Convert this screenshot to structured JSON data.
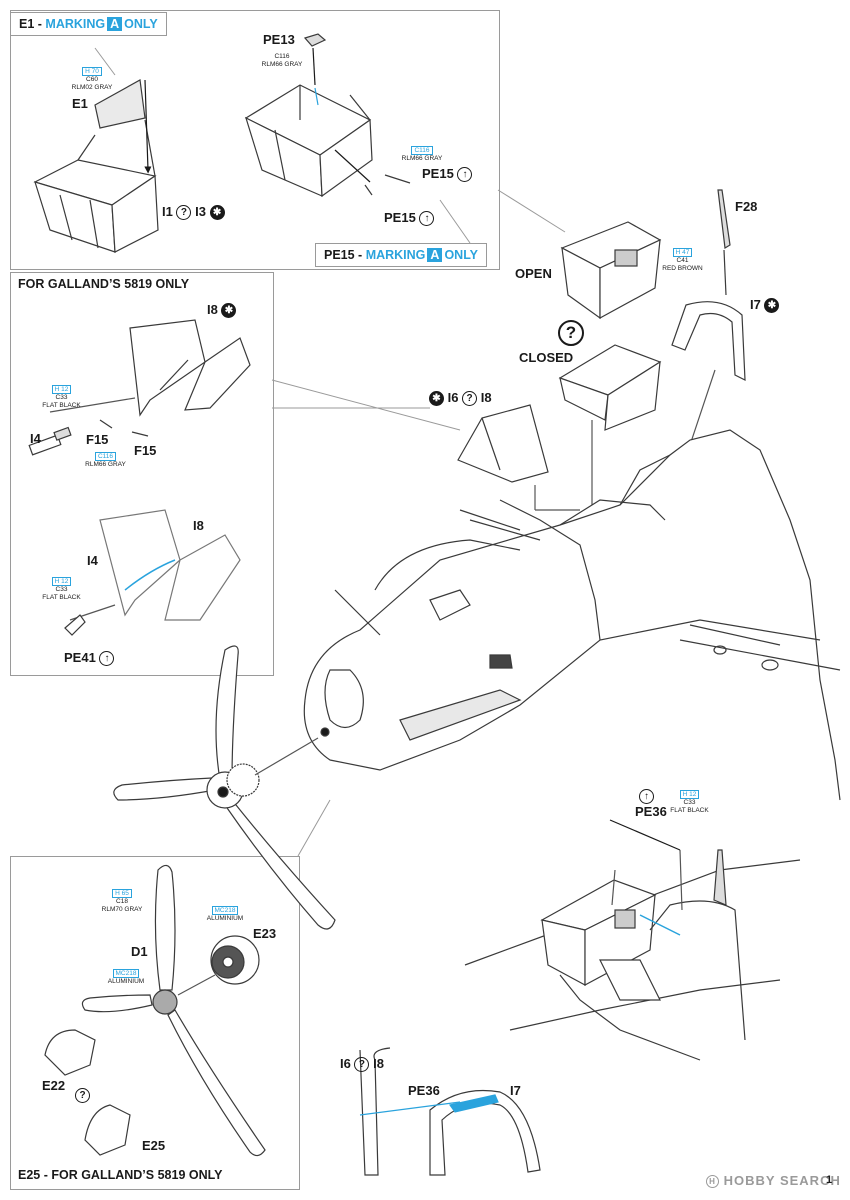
{
  "panels": {
    "e1": {
      "prefix": "E1 - ",
      "marking": "MARKING",
      "marking_letter": "A",
      "suffix": "ONLY"
    },
    "pe15": {
      "prefix": "PE15 - ",
      "marking": "MARKING",
      "marking_letter": "A",
      "suffix": "ONLY"
    },
    "galland": {
      "title": "FOR GALLAND’S 5819 ONLY"
    },
    "e25": {
      "title": "E25 - FOR GALLAND’S 5819 ONLY"
    }
  },
  "parts": {
    "e1": "E1",
    "i1": "I1",
    "i3": "I3",
    "pe13": "PE13",
    "pe15_a": "PE15",
    "pe15_b": "PE15",
    "f28": "F28",
    "open": "OPEN",
    "closed": "CLOSED",
    "i7_top": "I7",
    "i6_i8_left": "I6",
    "i8_mid": "I8",
    "i8_gal": "I8",
    "i4_gal": "I4",
    "f15_a": "F15",
    "f15_b": "F15",
    "i8_gal2": "I8",
    "i4_gal2": "I4",
    "pe41": "PE41",
    "pe36_top": "PE36",
    "d1": "D1",
    "e23": "E23",
    "e22": "E22",
    "e25": "E25",
    "i6_bottom": "I6",
    "i8_bottom": "I8",
    "pe36_bottom": "PE36",
    "i7_bottom": "I7"
  },
  "paints": {
    "e1": {
      "code": "H 70",
      "ref": "C60",
      "name": "RLM02 GRAY"
    },
    "pe13": {
      "code": "",
      "ref": "C116",
      "name": "RLM66 GRAY"
    },
    "pe15": {
      "code": "",
      "ref": "C116",
      "name": "RLM66 GRAY"
    },
    "open": {
      "code": "H 47",
      "ref": "C41",
      "name": "RED BROWN"
    },
    "i4": {
      "code": "H 12",
      "ref": "C33",
      "name": "FLAT BLACK"
    },
    "f15": {
      "code": "",
      "ref": "C116",
      "name": "RLM66 GRAY"
    },
    "pe41": {
      "code": "H 12",
      "ref": "C33",
      "name": "FLAT BLACK"
    },
    "pe36": {
      "code": "H 12",
      "ref": "C33",
      "name": "FLAT BLACK"
    },
    "d1": {
      "code": "H 65",
      "ref": "C18",
      "name": "RLM70 GRAY"
    },
    "e23": {
      "code": "MC218",
      "ref": "",
      "name": "ALUMINIUM"
    },
    "hub": {
      "code": "MC218",
      "ref": "",
      "name": "ALUMINIUM"
    }
  },
  "icons": {
    "question": "?",
    "star": "✱",
    "arrow": "↑"
  },
  "watermark": {
    "brand": "HOBBY SEARCH",
    "page": "1"
  }
}
